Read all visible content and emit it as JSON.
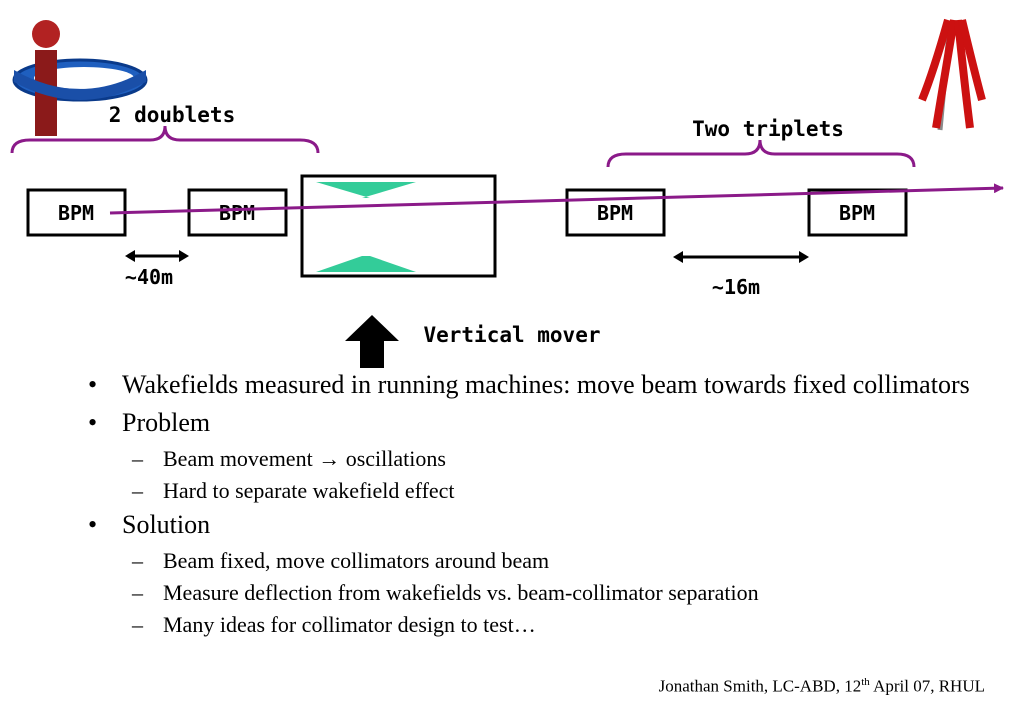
{
  "diagram": {
    "doublets_label": "2 doublets",
    "triplets_label": "Two triplets",
    "bpm_labels": [
      "BPM",
      "BPM",
      "BPM",
      "BPM"
    ],
    "distance_left": "~40m",
    "distance_right": "~16m",
    "mover_label": "Vertical mover",
    "colors": {
      "beam": "#8B1A89",
      "bracket": "#8B1A89",
      "collimator_jaw": "#33CC99",
      "box": "#000000"
    }
  },
  "logos": {
    "left": "ip-logo-icon",
    "right": "rhul-logo-icon"
  },
  "bullets": [
    {
      "text": "Wakefields measured in running machines: move beam towards fixed collimators",
      "sub": []
    },
    {
      "text": "Problem",
      "sub": [
        {
          "before": "Beam movement ",
          "arrow": "→",
          "after": " oscillations"
        },
        {
          "text": "Hard to separate wakefield effect"
        }
      ]
    },
    {
      "text": "Solution",
      "sub": [
        {
          "text": "Beam fixed, move collimators around beam"
        },
        {
          "text": "Measure deflection from wakefields vs. beam-collimator separation"
        },
        {
          "text": "Many ideas for collimator design to test…"
        }
      ]
    }
  ],
  "footer": {
    "main": "Jonathan Smith, LC-ABD, 12",
    "sup": "th",
    "rest": " April 07, RHUL"
  }
}
